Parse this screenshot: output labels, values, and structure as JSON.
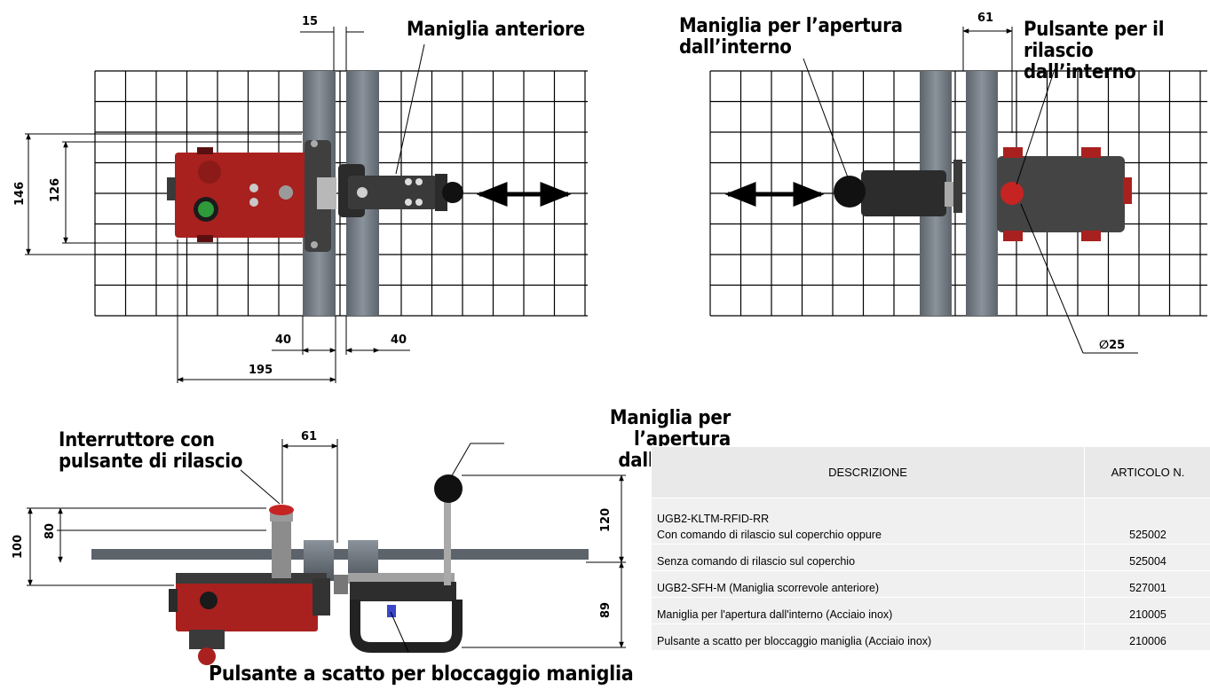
{
  "labels": {
    "front_handle": "Maniglia anteriore",
    "inside_handle_top": "Maniglia per l’apertura\ndall’interno",
    "release_button": "Pulsante per il\nrilascio dall’interno",
    "switch": "Interruttore con\npulsante di rilascio",
    "inside_handle_bottom": "Maniglia per l’apertura\ndall’interno",
    "lock_button": "Pulsante a scatto per bloccaggio maniglia"
  },
  "dimensions": {
    "d15": "15",
    "d61_top": "61",
    "d146": "146",
    "d126": "126",
    "d40_left": "40",
    "d40_right": "40",
    "d195": "195",
    "d25": "∅25",
    "d61_bottom": "61",
    "d100": "100",
    "d80": "80",
    "d120": "120",
    "d89": "89"
  },
  "table": {
    "headers": [
      "DESCRIZIONE",
      "ARTICOLO N."
    ],
    "rows": [
      {
        "desc_line1": "UGB2-KLTM-RFID-RR",
        "desc": "Con comando di rilascio sul coperchio oppure",
        "code": "525002"
      },
      {
        "desc": "Senza comando di rilascio sul coperchio",
        "code": "525004"
      },
      {
        "desc": "UGB2-SFH-M (Maniglia scorrevole anteriore)",
        "code": "527001"
      },
      {
        "desc": "Maniglia per l'apertura dall'interno (Acciaio inox)",
        "code": "210005"
      },
      {
        "desc": "Pulsante a scatto per bloccaggio maniglia (Acciaio inox)",
        "code": "210006"
      }
    ]
  },
  "colors": {
    "switch_red": "#a8211f",
    "dark_metal": "#3a3a3a",
    "profile_gray": "#6f7780",
    "button_green": "#2f9a3a",
    "table_bg": "#f0f0f0"
  }
}
